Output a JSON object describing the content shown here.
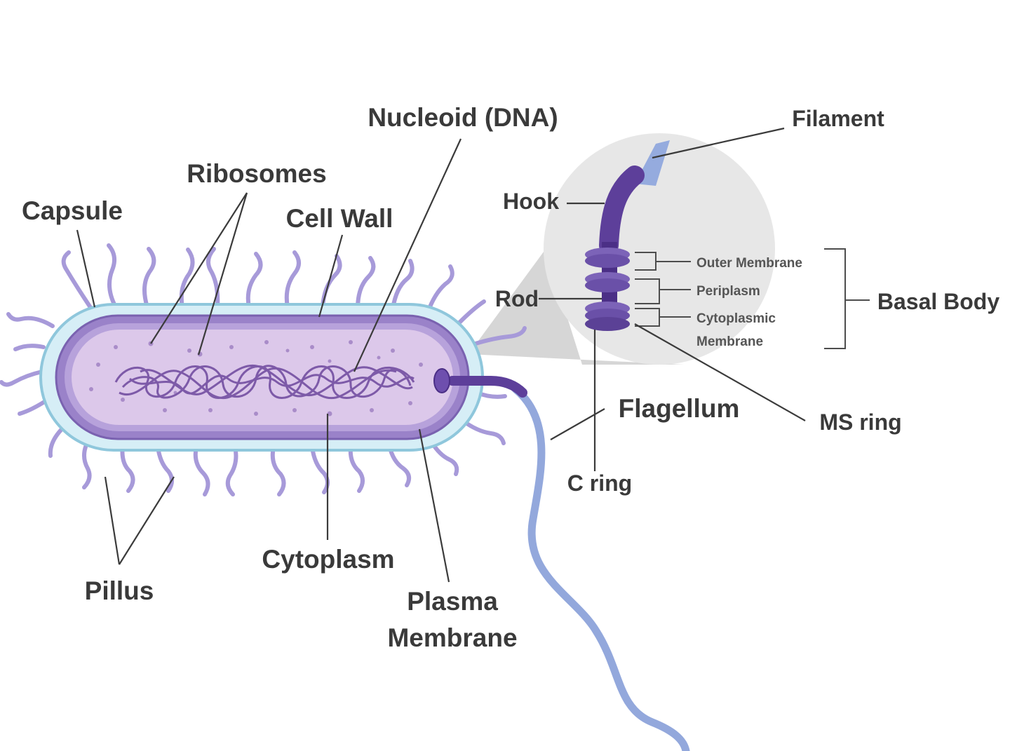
{
  "labels": {
    "nucleoid": "Nucleoid (DNA)",
    "filament": "Filament",
    "ribosomes": "Ribosomes",
    "capsule": "Capsule",
    "cell_wall": "Cell Wall",
    "hook": "Hook",
    "outer_membrane": "Outer Membrane",
    "periplasm": "Periplasm",
    "cytoplasmic_membrane_line1": "Cytoplasmic",
    "cytoplasmic_membrane_line2": "Membrane",
    "rod": "Rod",
    "basal_body": "Basal Body",
    "flagellum": "Flagellum",
    "ms_ring": "MS ring",
    "c_ring": "C ring",
    "cytoplasm": "Cytoplasm",
    "pillus": "Pillus",
    "plasma_membrane_line1": "Plasma",
    "plasma_membrane_line2": "Membrane"
  },
  "colors": {
    "capsule": "#d6eef6",
    "capsule_stroke": "#8fc7dc",
    "cell_wall": "#9a82c9",
    "cytoplasm": "#dcc8ea",
    "nucleoid": "#7d5aa8",
    "pili": "#a79ad9",
    "flagellum_filament": "#93a8dc",
    "flagellum_hook": "#5d3f9a",
    "inset_bg": "#e7e7e7",
    "text": "#3a3a3a"
  }
}
